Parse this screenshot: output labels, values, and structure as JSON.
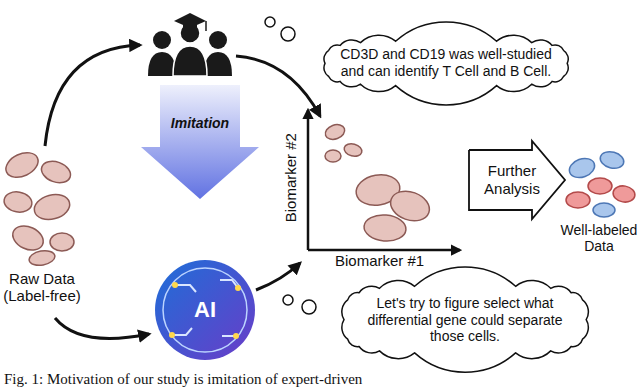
{
  "diagram": {
    "caption": "Fig. 1: Motivation of our study is imitation of expert-driven",
    "nodes": [
      {
        "text": [
          "CD3D and CD19 was well-studied and can identify T Cell and B Cell."
        ]
      },
      {
        "text": [
          "Imitation"
        ]
      },
      {
        "text": [
          "Let's try to figure select what differential gene could separate those cells."
        ]
      },
      {
        "text": [
          "Further Analysis"
        ]
      }
    ],
    "labels": [
      "Raw Data (Label-free)",
      "Biomarker #2",
      "Biomarker #1",
      "Well-labeled Data",
      "AI"
    ]
  }
}
